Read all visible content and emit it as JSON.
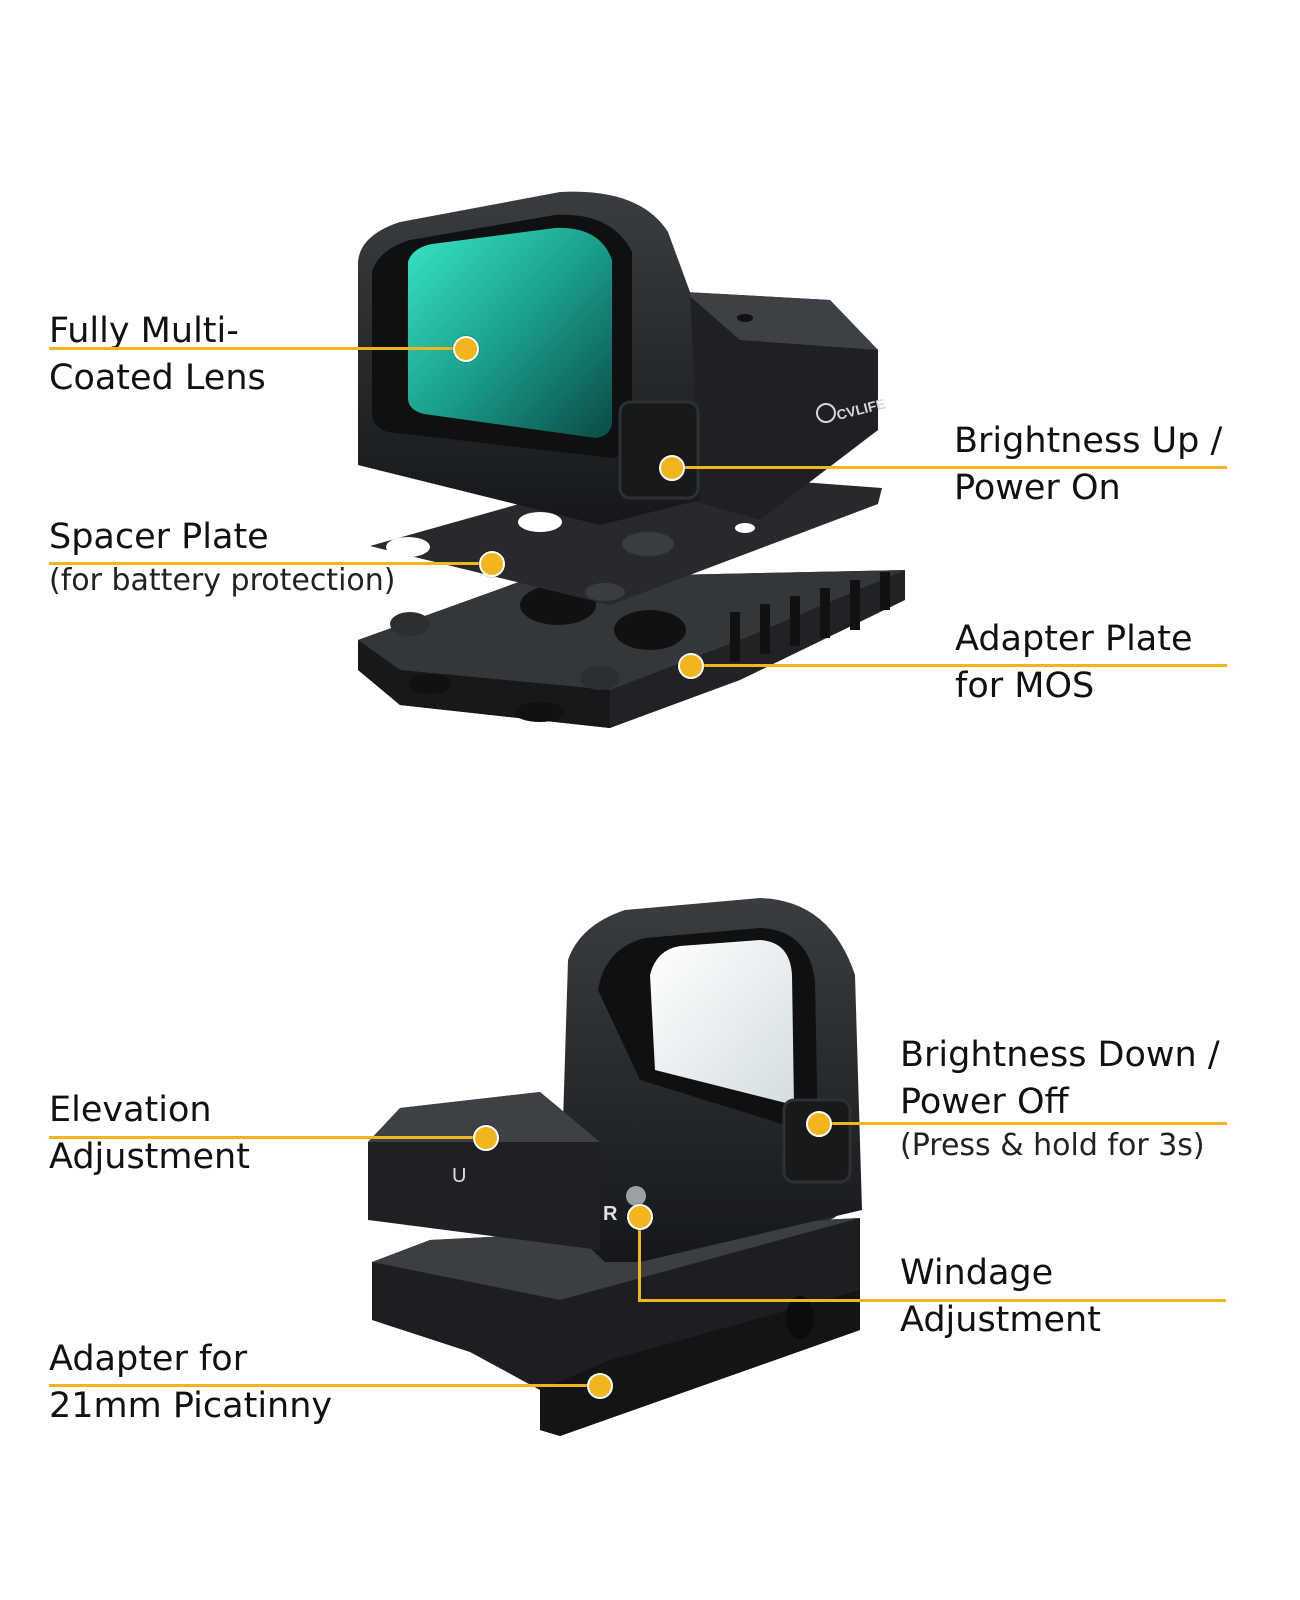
{
  "brand": "CVLIFE",
  "accent_color": "#f2b51d",
  "top_callouts": {
    "lens": {
      "line1": "Fully Multi-",
      "line2": "Coated Lens"
    },
    "brightness_up": {
      "line1": "Brightness Up /",
      "line2": "Power On"
    },
    "spacer": {
      "line1": "Spacer Plate",
      "note": "(for battery protection)"
    },
    "adapter_mos": {
      "line1": "Adapter Plate",
      "line2": "for MOS"
    }
  },
  "bottom_callouts": {
    "elevation": {
      "line1": "Elevation",
      "line2": "Adjustment"
    },
    "brightness_down": {
      "line1": "Brightness Down /",
      "line2": "Power Off",
      "note": "(Press & hold for 3s)"
    },
    "windage": {
      "line1": "Windage",
      "line2": "Adjustment"
    },
    "picatinny": {
      "line1": "Adapter for",
      "line2": "21mm Picatinny"
    }
  },
  "engravings": {
    "up": "U",
    "right": "R"
  }
}
